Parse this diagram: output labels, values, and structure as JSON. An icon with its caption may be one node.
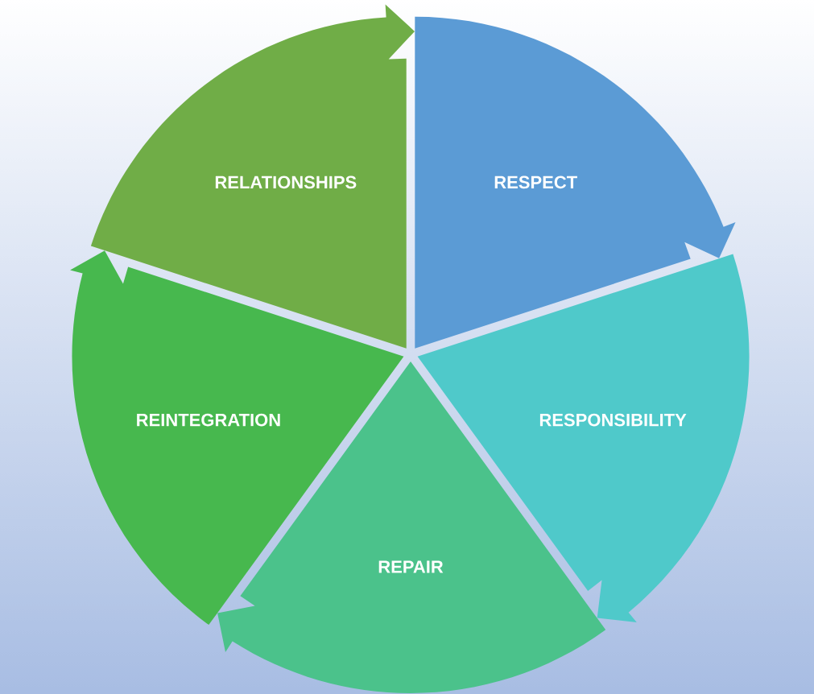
{
  "diagram": {
    "nodes": [
      {
        "text": [
          "RELATIONSHIPS"
        ]
      },
      {
        "text": [
          "RESPECT"
        ]
      },
      {
        "text": [
          "RESPONSIBILITY"
        ]
      },
      {
        "text": [
          "REPAIR"
        ]
      },
      {
        "text": [
          "REINTEGRATION"
        ]
      }
    ]
  }
}
